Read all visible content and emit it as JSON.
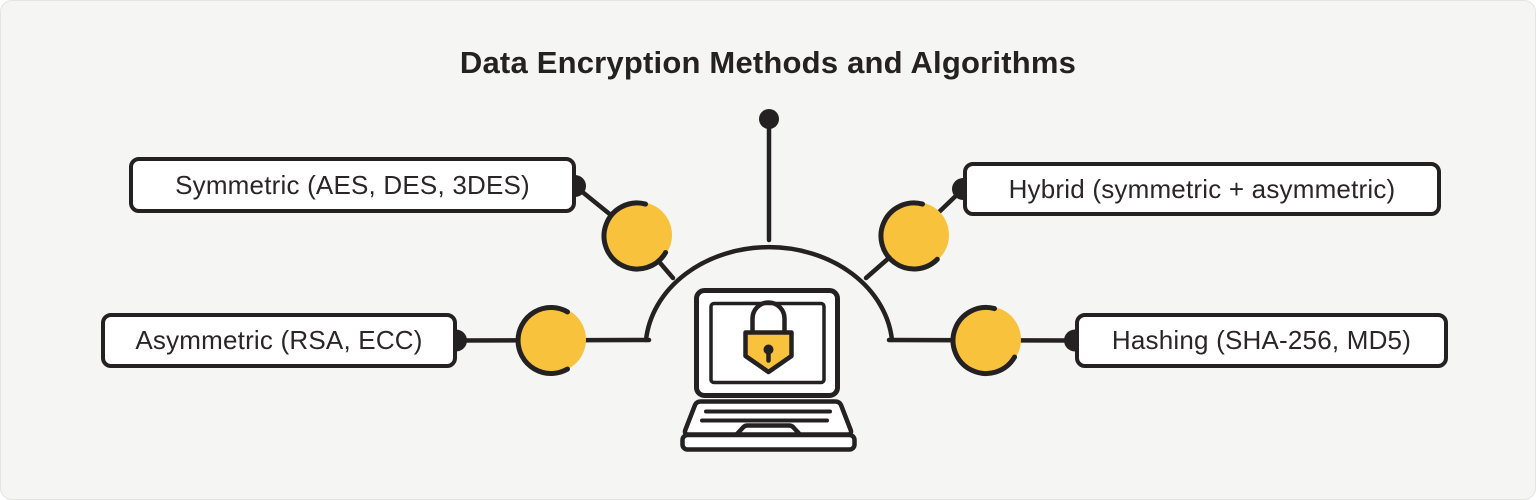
{
  "title": "Data Encryption Methods and Algorithms",
  "colors": {
    "background": "#f5f5f3",
    "ink": "#242122",
    "accent": "#f9c23c",
    "box_fill": "#ffffff"
  },
  "icons": {
    "center": "laptop-lock-icon",
    "center_description": "laptop with yellow padlock on screen",
    "branch_marker": "accent-circle",
    "connector_marker": "junction-dot"
  },
  "nodes": [
    {
      "id": "symmetric",
      "label": "Symmetric (AES, DES, 3DES)"
    },
    {
      "id": "asymmetric",
      "label": "Asymmetric (RSA, ECC)"
    },
    {
      "id": "hybrid",
      "label": "Hybrid (symmetric + asymmetric)"
    },
    {
      "id": "hashing",
      "label": "Hashing (SHA-256, MD5)"
    }
  ]
}
